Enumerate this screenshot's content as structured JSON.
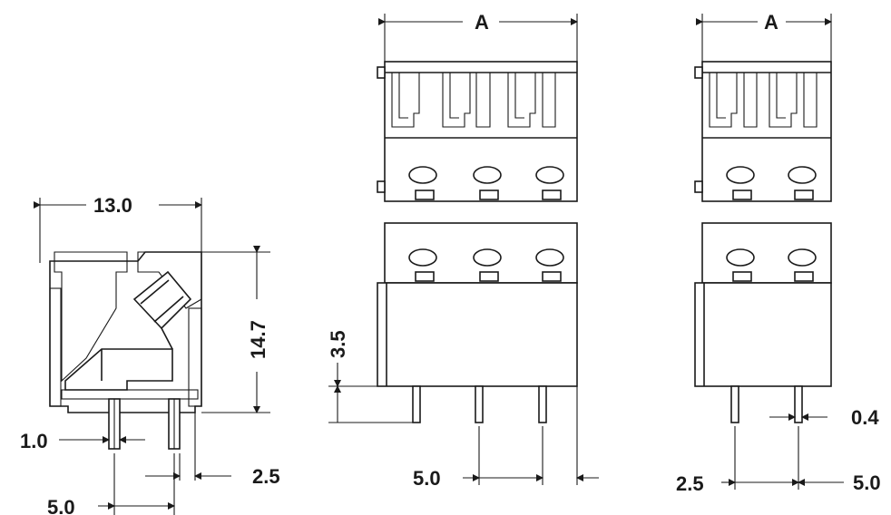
{
  "dimensions": {
    "width_13": "13.0",
    "height_14_7": "14.7",
    "pin_1_0": "1.0",
    "side_2_5": "2.5",
    "side_5_0": "5.0",
    "height_3_5": "3.5",
    "front_pitch_5_0": "5.0",
    "width_A_3p": "A",
    "width_A_2p": "A",
    "pin_0_4": "0.4",
    "right_2_5": "2.5",
    "right_5_0": "5.0"
  },
  "colors": {
    "line": "#1a1a1a",
    "shade_dark": "#6f6f6f",
    "shade_light": "#c8c8c8",
    "background": "#ffffff"
  }
}
